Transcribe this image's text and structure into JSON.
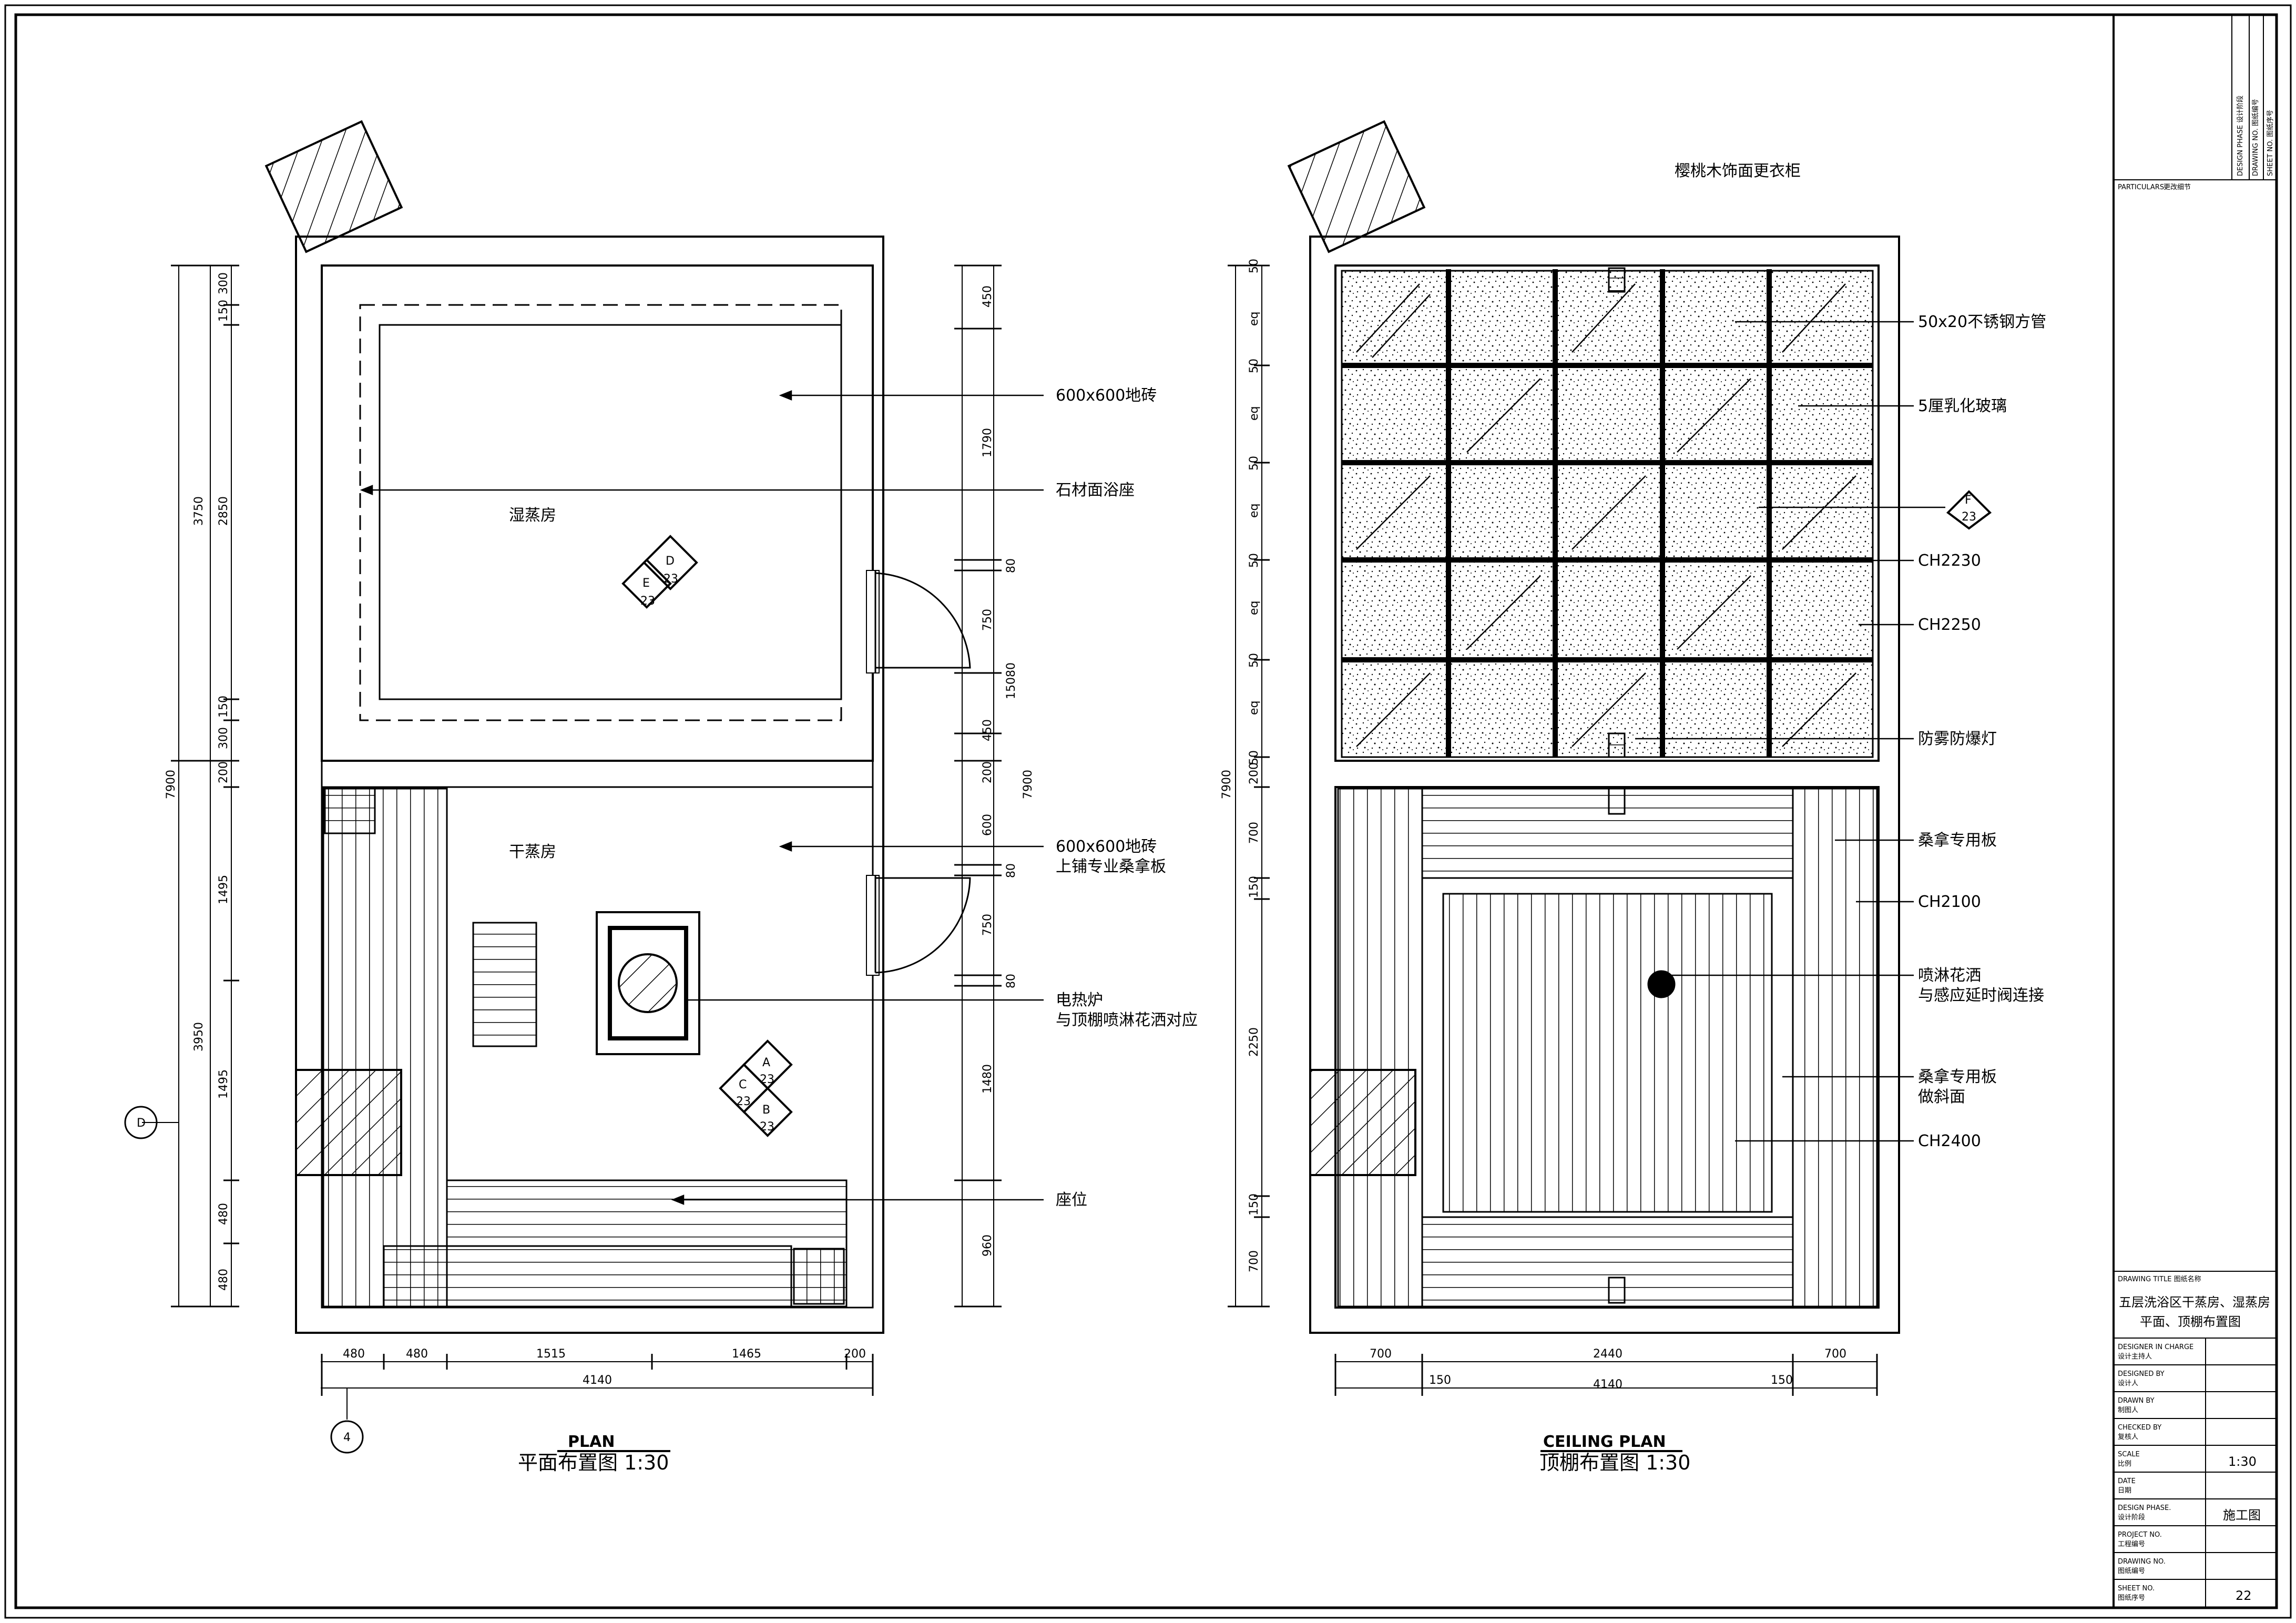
{
  "drawing": {
    "plan": {
      "title_en": "PLAN",
      "title_cn": "平面布置图 1:30",
      "room_wet": "湿蒸房",
      "room_dry": "干蒸房",
      "labels": [
        "600x600地砖",
        "石材面浴座",
        "600x600地砖",
        "上铺专业桑拿板",
        "电热炉",
        "与顶棚喷淋花洒对应",
        "座位"
      ],
      "dims_left_outer": [
        "3750",
        "3950",
        "7900"
      ],
      "dims_left_inner": [
        "300",
        "150",
        "2850",
        "150",
        "300",
        "200",
        "1495",
        "1495",
        "480",
        "480"
      ],
      "dims_right_outer": [
        "15080",
        "7900"
      ],
      "dims_right_inner": [
        "450",
        "1790",
        "80",
        "750",
        "450",
        "200",
        "600",
        "80",
        "750",
        "80",
        "1480",
        "960"
      ],
      "dims_bottom": [
        "480",
        "480",
        "1515",
        "1465",
        "200",
        "4140"
      ],
      "section_marks": [
        "D",
        "E",
        "23",
        "23",
        "A",
        "23",
        "C",
        "23",
        "B",
        "23"
      ],
      "grid_marks": [
        "D",
        "4"
      ]
    },
    "ceiling": {
      "title_en": "CEILING PLAN",
      "title_cn": "顶棚布置图 1:30",
      "labels": [
        "樱桃木饰面更衣柜",
        "50x20不锈钢方管",
        "5厘乳化玻璃",
        "CH2230",
        "CH2250",
        "防雾防爆灯",
        "桑拿专用板",
        "CH2100",
        "喷淋花洒",
        "与感应延时阀连接",
        "桑拿专用板",
        "做斜面",
        "CH2400"
      ],
      "section_mark": [
        "F",
        "23"
      ],
      "dims_left_outer": [
        "7900"
      ],
      "dims_left_inner": [
        "50",
        "eq",
        "50",
        "eq",
        "50",
        "eq",
        "50",
        "eq",
        "50",
        "eq",
        "50",
        "200",
        "700",
        "150",
        "2250",
        "150",
        "700"
      ],
      "dims_bottom": [
        "700",
        "2440",
        "700",
        "150",
        "150",
        "4140"
      ]
    }
  },
  "title_block": {
    "particulars_label": "PARTICULARS",
    "particulars_value": "更改细节",
    "rotated_rows": [
      "DESIGN PHASE  设计阶段",
      "DRAWING NO.  图纸编号",
      "SHEET NO.  图纸序号"
    ],
    "drawing_title_label": "DRAWING TITLE  图纸名称",
    "drawing_title_line1": "五层洗浴区干蒸房、湿蒸房",
    "drawing_title_line2": "平面、顶棚布置图",
    "rows": [
      {
        "en": "DESIGNER IN CHARGE",
        "cn": "设计主持人",
        "value": ""
      },
      {
        "en": "DESIGNED BY",
        "cn": "设计人",
        "value": ""
      },
      {
        "en": "DRAWN BY",
        "cn": "制图人",
        "value": ""
      },
      {
        "en": "CHECKED BY",
        "cn": "复核人",
        "value": ""
      },
      {
        "en": "SCALE",
        "cn": "比例",
        "value": "1:30"
      },
      {
        "en": "DATE",
        "cn": "日期",
        "value": ""
      },
      {
        "en": "DESIGN PHASE.",
        "cn": "设计阶段",
        "value": "施工图"
      },
      {
        "en": "PROJECT NO.",
        "cn": "工程编号",
        "value": ""
      },
      {
        "en": "DRAWING NO.",
        "cn": "图纸编号",
        "value": ""
      },
      {
        "en": "SHEET NO.",
        "cn": "图纸序号",
        "value": "22"
      }
    ]
  }
}
